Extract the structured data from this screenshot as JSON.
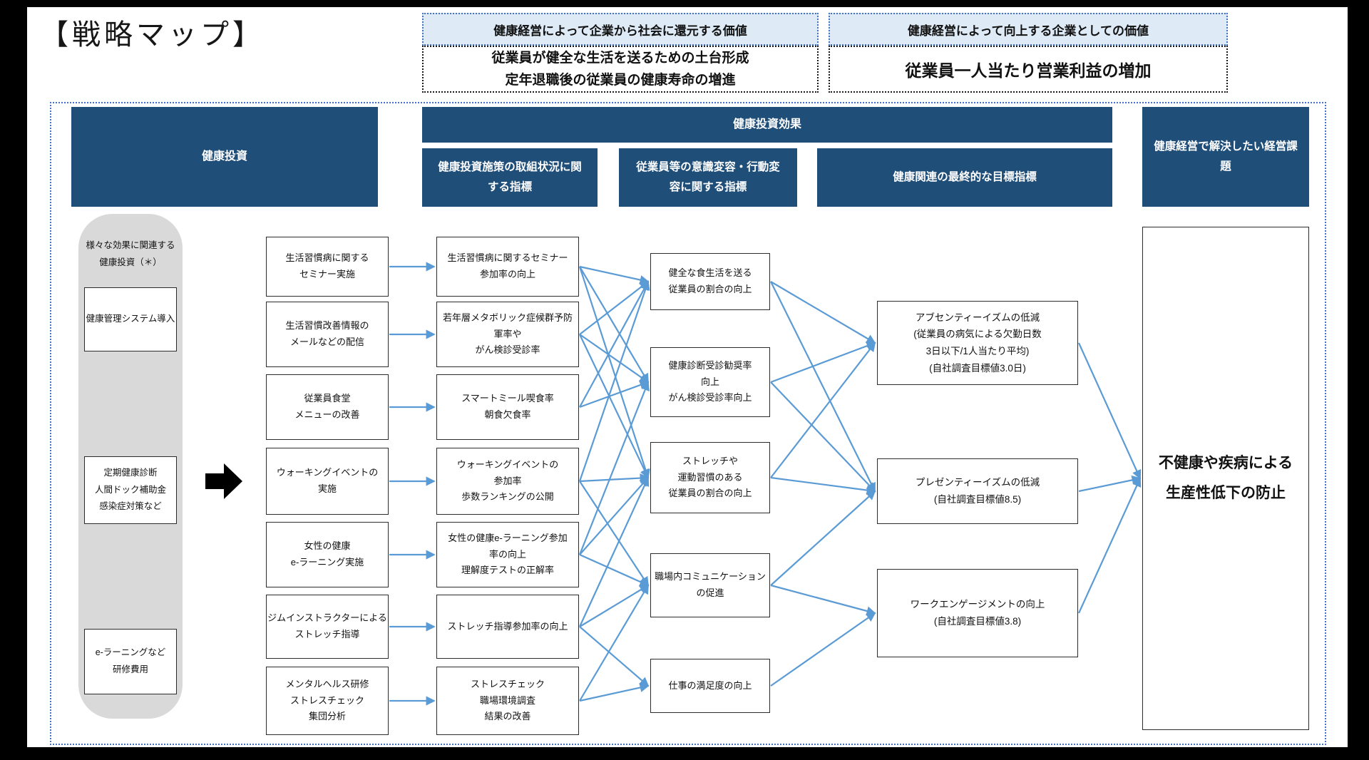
{
  "title": "【戦略マップ】",
  "colors": {
    "header_bg": "#1F4E79",
    "accent_blue": "#4472C4",
    "arrow_blue": "#5B9BD5",
    "panel_gray": "#D9D9D9",
    "value_header_bg": "#DEEBF7"
  },
  "top_values": {
    "social_header": "健康経営によって企業から社会に還元する価値",
    "social_body": "従業員が健全な生活を送るための土台形成\n定年退職後の従業員の健康寿命の増進",
    "corporate_header": "健康経営によって向上する企業としての価値",
    "corporate_body": "従業員一人当たり営業利益の増加"
  },
  "headers": {
    "investment": "健康投資",
    "effect": "健康投資効果",
    "sub1": "健康投資施策の取組状況に関\nする指標",
    "sub2": "従業員等の意識変容・行動変\n容に関する指標",
    "sub3": "健康関連の最終的な目標指標",
    "issue": "健康経営で解決したい経営課\n題"
  },
  "investment_panel": {
    "label": "様々な効果に関連する\n健康投資（＊）",
    "boxes": [
      "健康管理システム導入",
      "定期健康診断\n人間ドック補助金\n感染症対策など",
      "e-ラーニングなど\n研修費用"
    ]
  },
  "measures": [
    "生活習慣病に関する\nセミナー実施",
    "生活習慣改善情報の\nメールなどの配信",
    "従業員食堂\nメニューの改善",
    "ウォーキングイベントの\n実施",
    "女性の健康\ne-ラーニング実施",
    "ジムインストラクターによる\nストレッチ指導",
    "メンタルヘルス研修\nストレスチェック\n集団分析"
  ],
  "process_indicators": [
    "生活習慣病に関するセミナー\n参加率の向上",
    "若年層メタボリック症候群予防\n軍率や\nがん検診受診率",
    "スマートミール喫食率\n朝食欠食率",
    "ウォーキングイベントの\n参加率\n歩数ランキングの公開",
    "女性の健康e-ラーニング参加\n率の向上\n理解度テストの正解率",
    "ストレッチ指導参加率の向上",
    "ストレスチェック\n職場環境調査\n結果の改善"
  ],
  "behavior_indicators": [
    "健全な食生活を送る\n従業員の割合の向上",
    "健康診断受診勧奨率\n向上\nがん検診受診率向上",
    "ストレッチや\n運動習慣のある\n従業員の割合の向上",
    "職場内コミュニケーション\nの促進",
    "仕事の満足度の向上"
  ],
  "target_indicators": [
    "アブセンティーイズムの低減\n(従業員の病気による欠勤日数\n3日以下/1人当たり平均)\n(自社調査目標値3.0日)",
    "プレゼンティーイズムの低減\n(自社調査目標値8.5)",
    "ワークエンゲージメントの向上\n(自社調査目標値3.8)"
  ],
  "goal": "不健康や疾病による\n生産性低下の防止",
  "connections": [
    {
      "from": "m1",
      "to": "p1"
    },
    {
      "from": "m2",
      "to": "p2"
    },
    {
      "from": "m3",
      "to": "p3"
    },
    {
      "from": "m4",
      "to": "p4"
    },
    {
      "from": "m5",
      "to": "p5"
    },
    {
      "from": "m6",
      "to": "p6"
    },
    {
      "from": "m7",
      "to": "p7"
    },
    {
      "from": "p1",
      "to": "b1"
    },
    {
      "from": "p1",
      "to": "b2"
    },
    {
      "from": "p1",
      "to": "b3"
    },
    {
      "from": "p2",
      "to": "b1"
    },
    {
      "from": "p2",
      "to": "b2"
    },
    {
      "from": "p2",
      "to": "b3"
    },
    {
      "from": "p3",
      "to": "b1"
    },
    {
      "from": "p3",
      "to": "b2"
    },
    {
      "from": "p4",
      "to": "b1"
    },
    {
      "from": "p4",
      "to": "b3"
    },
    {
      "from": "p4",
      "to": "b4"
    },
    {
      "from": "p5",
      "to": "b2"
    },
    {
      "from": "p5",
      "to": "b3"
    },
    {
      "from": "p5",
      "to": "b4"
    },
    {
      "from": "p6",
      "to": "b3"
    },
    {
      "from": "p6",
      "to": "b4"
    },
    {
      "from": "p6",
      "to": "b5"
    },
    {
      "from": "p7",
      "to": "b4"
    },
    {
      "from": "p7",
      "to": "b5"
    },
    {
      "from": "b1",
      "to": "t1"
    },
    {
      "from": "b1",
      "to": "t2"
    },
    {
      "from": "b2",
      "to": "t1"
    },
    {
      "from": "b2",
      "to": "t2"
    },
    {
      "from": "b3",
      "to": "t1"
    },
    {
      "from": "b3",
      "to": "t2"
    },
    {
      "from": "b4",
      "to": "t2"
    },
    {
      "from": "b4",
      "to": "t3"
    },
    {
      "from": "b5",
      "to": "t3"
    },
    {
      "from": "t1",
      "to": "goal"
    },
    {
      "from": "t2",
      "to": "goal"
    },
    {
      "from": "t3",
      "to": "goal"
    }
  ]
}
